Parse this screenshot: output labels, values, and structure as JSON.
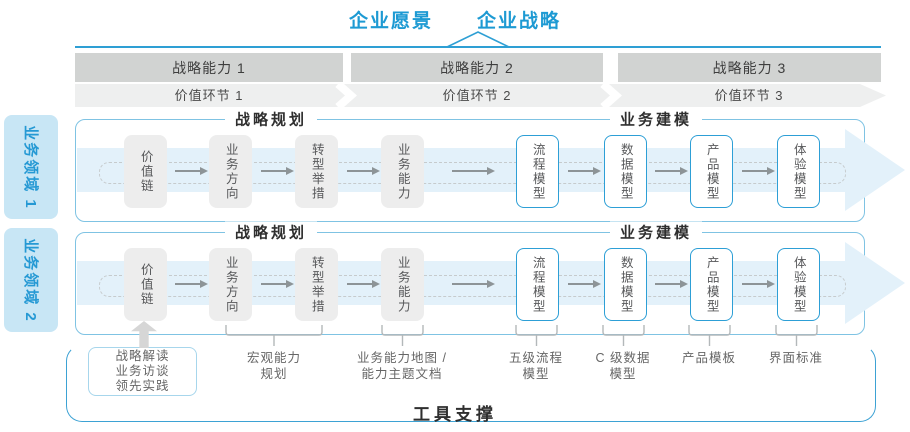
{
  "header": {
    "vision_label": "企业愿景",
    "strategy_label": "企业战略"
  },
  "strategy_capabilities": [
    {
      "label": "战略能力 1"
    },
    {
      "label": "战略能力 2"
    },
    {
      "label": "战略能力 3"
    }
  ],
  "value_chain_links": [
    {
      "label": "价值环节 1"
    },
    {
      "label": "价值环节 2"
    },
    {
      "label": "价值环节 3"
    }
  ],
  "business_domains": [
    {
      "label": "业务领域 1"
    },
    {
      "label": "业务领域 2"
    }
  ],
  "panels": {
    "planning_title": "战略规划",
    "modeling_title": "业务建模"
  },
  "flow_boxes": [
    {
      "label": "价值链"
    },
    {
      "label": "业务方向"
    },
    {
      "label": "转型举措"
    },
    {
      "label": "业务能力"
    },
    {
      "label": "流程模型"
    },
    {
      "label": "数据模型"
    },
    {
      "label": "产品模型"
    },
    {
      "label": "体验模型"
    }
  ],
  "callout": {
    "line1": "战略解读",
    "line2": "业务访谈",
    "line3": "领先实践"
  },
  "bottom_labels": [
    {
      "line1": "宏观能力",
      "line2": "规划"
    },
    {
      "line1": "业务能力地图 /",
      "line2": "能力主题文档"
    },
    {
      "line1": "五级流程",
      "line2": "模型"
    },
    {
      "line1": "C 级数据",
      "line2": "模型"
    },
    {
      "line1": "产品模板",
      "line2": ""
    },
    {
      "line1": "界面标准",
      "line2": ""
    }
  ],
  "toolbar": {
    "label": "工具支撑"
  },
  "colors": {
    "accent_blue": "#1d9ad3",
    "line_blue": "#2e9fd4",
    "panel_border": "#7fc3e3",
    "band_fill": "#e3f1fa",
    "gray_box": "#ededed",
    "blue_box_border": "#2d9fd6",
    "toolbar_border": "#3da2d4"
  }
}
